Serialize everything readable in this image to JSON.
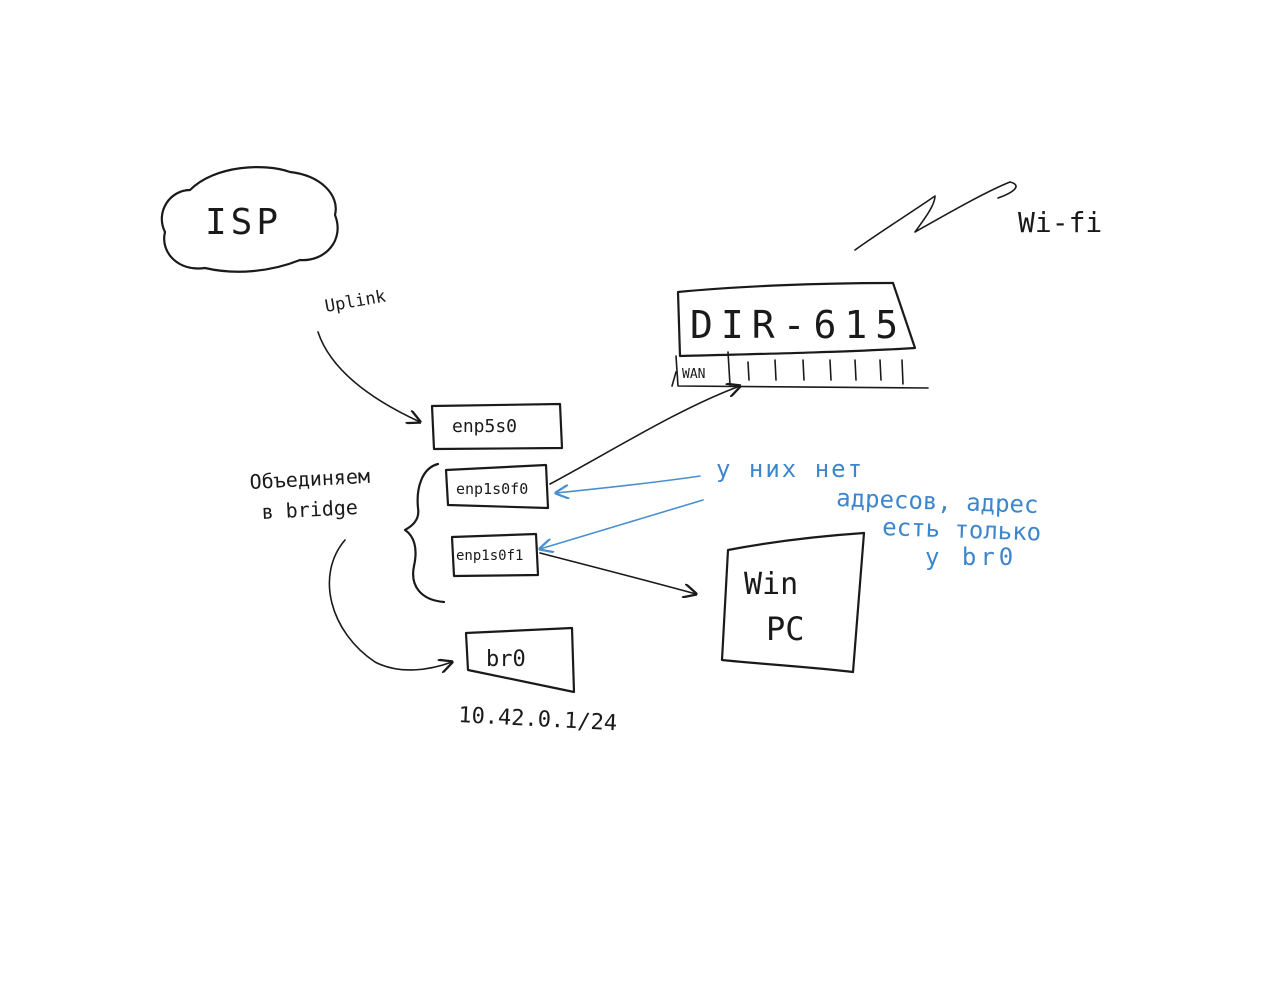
{
  "isp": {
    "label": "ISP"
  },
  "uplink": {
    "label": "Uplink"
  },
  "wifi": {
    "label": "Wi-fi"
  },
  "router": {
    "name": "DIR-615",
    "wan_label": "WAN"
  },
  "interfaces": {
    "enp5s0": "enp5s0",
    "enp1s0f0": "enp1s0f0",
    "enp1s0f1": "enp1s0f1",
    "br0": "br0"
  },
  "bridge_note": {
    "line1": "Объединяем",
    "line2": "в bridge"
  },
  "br0_address": "10.42.0.1/24",
  "win_pc": {
    "line1": "Win",
    "line2": "PC"
  },
  "note": {
    "line1": "у них нет",
    "line2": "адресов, адрес",
    "line3": "есть только",
    "line4": "у br0"
  },
  "colors": {
    "ink": "#1a1a1a",
    "note": "#3d86cc",
    "background": "#ffffff"
  }
}
